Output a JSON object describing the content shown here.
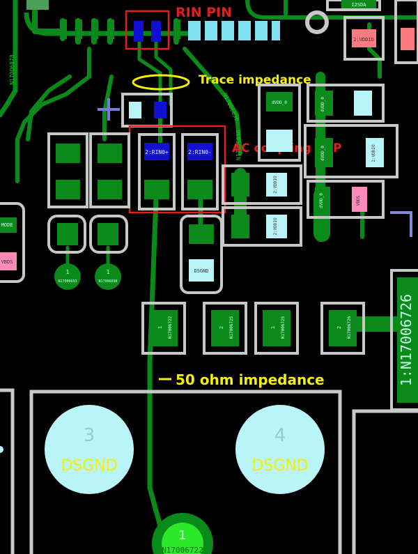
{
  "annotations": {
    "rin_pin": "RIN PIN",
    "trace_impedance": "Trace impedance",
    "ac_coupling_cap": "AC coupling CAP",
    "fifty_ohm": "50 ohm impedance"
  },
  "pad_labels": {
    "rin_p": "2:RIN0+",
    "rin_n": "2:RIN0-",
    "dsgnd_small": "DSGND",
    "mode": "MODE",
    "vbds_left": "VBDS",
    "vbds_right": "VBDS",
    "vdd_top": "2:VDDIO",
    "vdd_side": "2:VDDIO",
    "vdd_right": "2:VDDIO",
    "vddio_mid": "2:VDDIO",
    "dvdd_a": "dVDD_0",
    "dvdd_b": "dVDD_0",
    "dvdd_c": "dVDD_0",
    "dvdd_d": "dVDD_0",
    "sda": "I2SDA"
  },
  "nets": {
    "n8878": "N17006878",
    "n8898": "N17006898",
    "n8896": "N17006896",
    "n6722": "N17006722",
    "n6725a": "N17006725",
    "n6725b": "N17006725",
    "n6726": "N17006726",
    "n6726_big": "1:N17006726",
    "n6693": "N17006693",
    "n6698": "N17006698",
    "n6722_bottom": "N17006722"
  },
  "pin_numbers": {
    "p1a": "1",
    "p1b": "1",
    "pad_1": "1",
    "pad_2": "2",
    "pad_1b": "1",
    "pad_2b": "2",
    "hole_3": "3",
    "hole_4": "4",
    "bottom_1": "1"
  },
  "holes": {
    "left_label": "DSGND",
    "right_label": "DSGND"
  },
  "colors": {
    "copper": "#0a8a1a",
    "silk": "#c8c8c8",
    "pad_blue": "#1010d0",
    "pad_cyan": "#b8f4f8",
    "pad_pink": "#ff8ab8",
    "annotation_red": "#e02020",
    "annotation_yellow": "#f5f000"
  }
}
